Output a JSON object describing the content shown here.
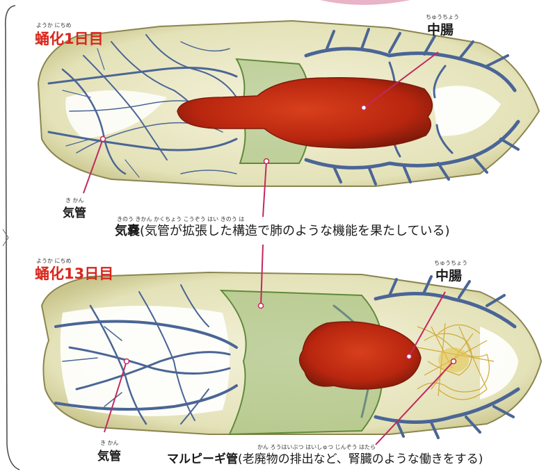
{
  "panels": [
    {
      "day_title": "蛹化1日目",
      "day_title_ruby": "ようか  にちめ",
      "midgut_label": "中腸",
      "midgut_ruby": "ちゅうちょう",
      "trachea_label": "気管",
      "trachea_ruby": "き かん"
    },
    {
      "day_title": "蛹化13日目",
      "day_title_ruby": "ようか   にちめ",
      "midgut_label": "中腸",
      "midgut_ruby": "ちゅうちょう",
      "trachea_label": "気管",
      "trachea_ruby": "き かん"
    }
  ],
  "air_sac": {
    "term": "気嚢",
    "description": "(気管が拡張した構造で肺のような機能を果たしている)",
    "ruby": "きのう  きかん   かくちょう     こうぞう  はい       きのう     は"
  },
  "malpighian": {
    "term": "マルピーギ管",
    "description": "(老廃物の排出など、腎臓のような働きをする)",
    "ruby": "かん  ろうはいぶつ   はいしゅつ     じんぞう        はたら"
  },
  "colors": {
    "title_red": "#d9261c",
    "body_fill": "#e6e4be",
    "trachea_blue": "#4a6596",
    "gut_red": "#b8260f",
    "air_sac_green": "#8fb46a",
    "malpighian_gold": "#d1a837",
    "leader_pink": "#c2285f"
  }
}
